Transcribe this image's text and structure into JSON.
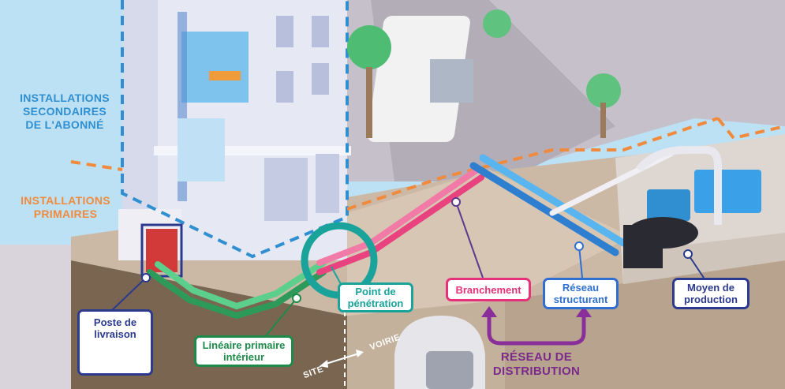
{
  "zones": {
    "secondary": {
      "lines": [
        "INSTALLATIONS",
        "SECONDAIRES",
        "DE L'ABONNÉ"
      ],
      "color": "#2f8fd1"
    },
    "primary": {
      "lines": [
        "INSTALLATIONS",
        "PRIMAIRES"
      ],
      "color": "#f08a3c"
    }
  },
  "labels": {
    "poste_livraison": {
      "lines": [
        "Poste de",
        "livraison"
      ],
      "color": "#2b3a8f"
    },
    "lineaire_primaire": {
      "lines": [
        "Linéaire primaire",
        "intérieur"
      ],
      "color": "#1e8a4a"
    },
    "point_penetration": {
      "lines": [
        "Point de",
        "pénétration"
      ],
      "color": "#1aa39a"
    },
    "branchement": {
      "lines": [
        "Branchement"
      ],
      "color": "#e6327a"
    },
    "reseau_structurant": {
      "lines": [
        "Réseau",
        "structurant"
      ],
      "color": "#2f6fd1"
    },
    "moyen_production": {
      "lines": [
        "Moyen de",
        "production"
      ],
      "color": "#2b3a8f"
    }
  },
  "distribution": {
    "lines": [
      "RÉSEAU DE",
      "DISTRIBUTION"
    ],
    "color": "#7a2a8a"
  },
  "street": {
    "site": "SITE",
    "voirie": "VOIRIE"
  },
  "colors": {
    "sky": "#b9dff3",
    "ground": "#7b6a57",
    "street": "#b9b2bd",
    "green_pipe": "#2e9a5a",
    "pink_pipe": "#e8437f",
    "blue_pipe": "#3aa0e8",
    "teal_ring": "#19a39a"
  }
}
